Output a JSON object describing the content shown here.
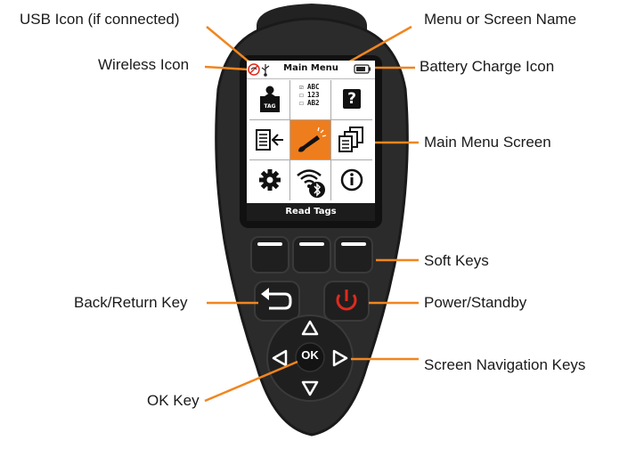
{
  "labels": {
    "usb": "USB Icon (if connected)",
    "wireless": "Wireless Icon",
    "back": "Back/Return Key",
    "ok": "OK Key",
    "menu_name": "Menu or Screen Name",
    "battery": "Battery Charge Icon",
    "main_menu": "Main Menu Screen",
    "soft_keys": "Soft Keys",
    "power": "Power/Standby",
    "nav_keys": "Screen Navigation Keys"
  },
  "screen": {
    "title": "Main Menu",
    "softkey_label": "Read Tags",
    "tag_icon_text": "TAG",
    "checklist": [
      "☑ ABC",
      "☐ 123",
      "☐ AB2"
    ],
    "help_glyph": "?",
    "selected_color": "#ee7d1d"
  },
  "keypad": {
    "ok_label": "OK"
  },
  "colors": {
    "accent": "#f0861f",
    "device_body": "#2a2a2a",
    "power": "#e02a1e"
  },
  "icons": [
    "usb-icon",
    "wireless-icon",
    "battery-icon",
    "tag-icon",
    "checklist-icon",
    "help-icon",
    "transfer-icon",
    "wand-icon",
    "documents-icon",
    "settings-icon",
    "wifi-bluetooth-icon",
    "info-icon",
    "back-arrow-icon",
    "power-icon",
    "up-arrow-icon",
    "down-arrow-icon",
    "left-arrow-icon",
    "right-arrow-icon"
  ]
}
